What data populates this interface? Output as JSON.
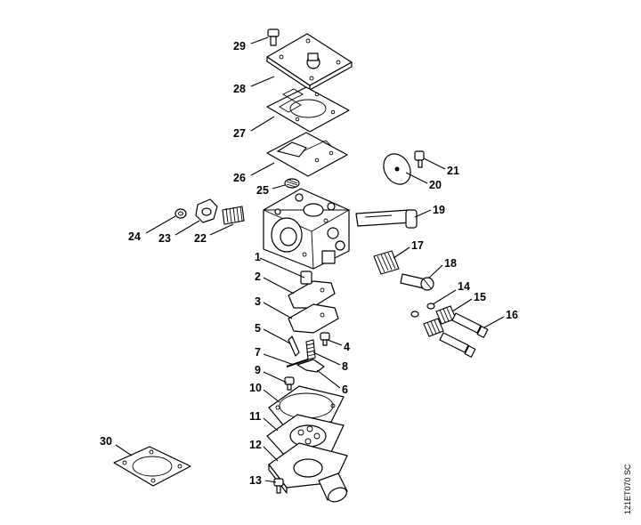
{
  "diagram": {
    "part_numbers": [
      "1",
      "2",
      "3",
      "4",
      "5",
      "6",
      "7",
      "8",
      "9",
      "10",
      "11",
      "12",
      "13",
      "14",
      "15",
      "16",
      "17",
      "18",
      "19",
      "20",
      "21",
      "22",
      "23",
      "24",
      "25",
      "26",
      "27",
      "28",
      "29",
      "30"
    ],
    "drawing_code": "121ET070 SC"
  }
}
